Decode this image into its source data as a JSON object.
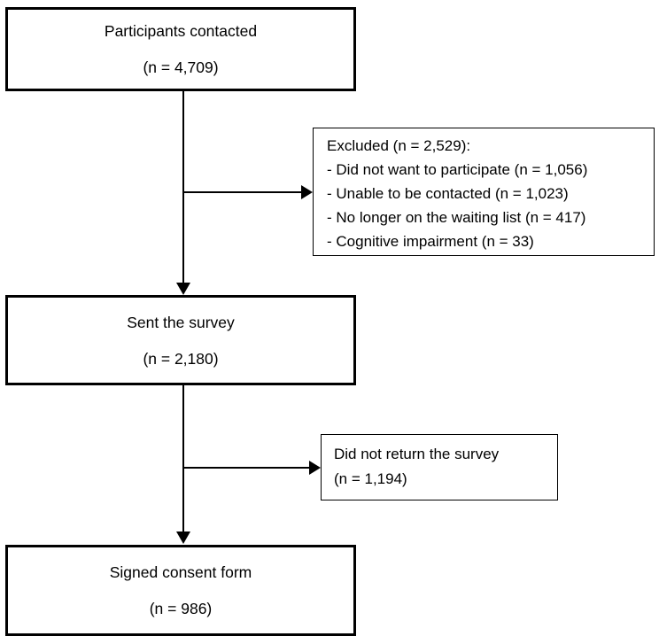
{
  "flow": {
    "contacted": {
      "label": "Participants contacted",
      "count": "(n = 4,709)"
    },
    "excluded": {
      "title": "Excluded (n = 2,529):",
      "items": [
        "- Did not want to participate (n = 1,056)",
        "- Unable to be contacted (n = 1,023)",
        "- No longer on the waiting list (n = 417)",
        "- Cognitive impairment (n = 33)"
      ]
    },
    "sent_survey": {
      "label": "Sent the survey",
      "count": "(n = 2,180)"
    },
    "not_returned": {
      "label": "Did not return the survey",
      "count": "(n = 1,194)"
    },
    "consent": {
      "label": "Signed consent form",
      "count": "(n = 986)"
    },
    "colors": {
      "background": "#ffffff",
      "border": "#000000",
      "text": "#000000",
      "arrow": "#000000"
    }
  }
}
